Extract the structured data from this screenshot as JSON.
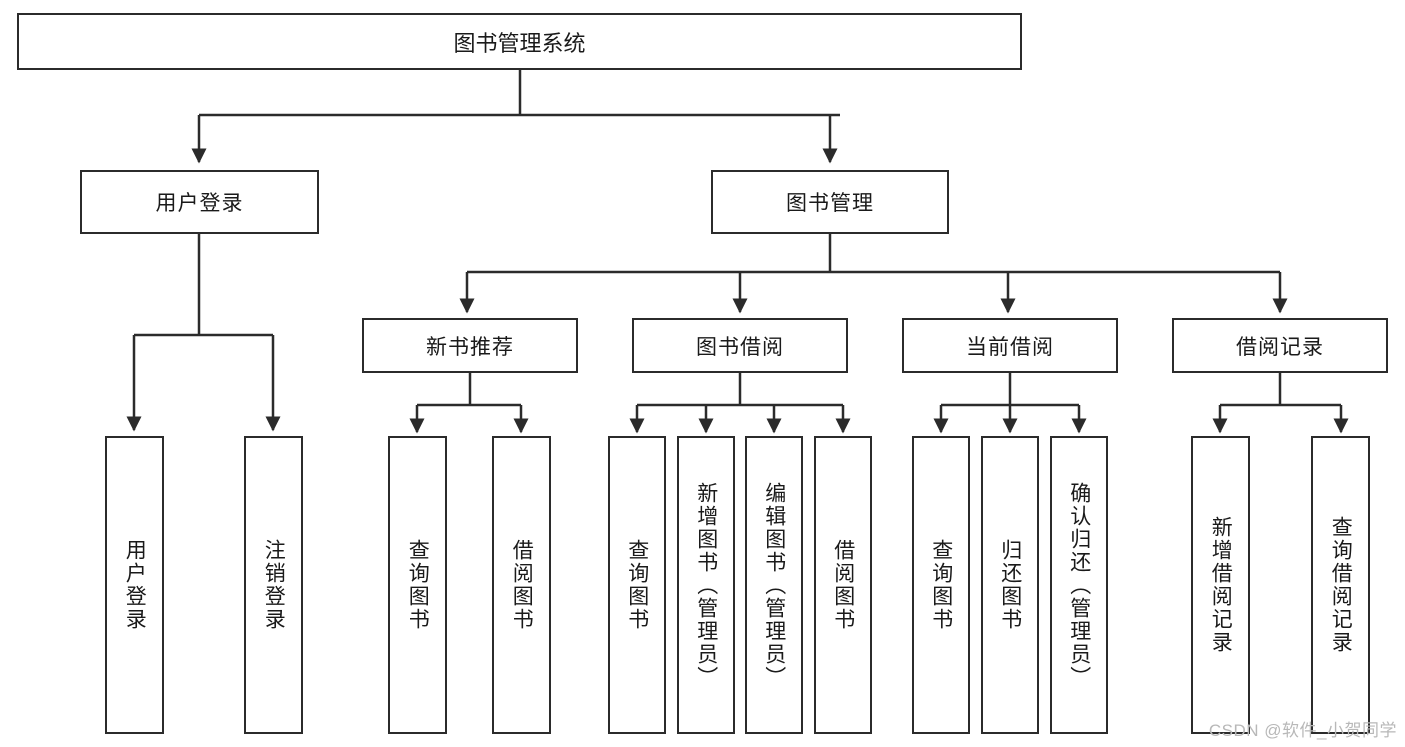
{
  "diagram": {
    "title": "图书管理系统",
    "type": "hierarchy-tree",
    "levels": 4,
    "colors": {
      "box_border": "#2b2b2b",
      "box_fill": "#ffffff",
      "connector": "#2b2b2b",
      "text": "#1a1a1a",
      "watermark": "#b8b8b8"
    },
    "root": {
      "label": "图书管理系统"
    },
    "level2": [
      {
        "label": "用户登录"
      },
      {
        "label": "图书管理"
      }
    ],
    "level3": [
      {
        "label": "新书推荐"
      },
      {
        "label": "图书借阅"
      },
      {
        "label": "当前借阅"
      },
      {
        "label": "借阅记录"
      }
    ],
    "leaves": {
      "user_login": [
        {
          "label": "用户登录"
        },
        {
          "label": "注销登录"
        }
      ],
      "new_book_recommend": [
        {
          "label": "查询图书"
        },
        {
          "label": "借阅图书"
        }
      ],
      "book_borrow": [
        {
          "label": "查询图书"
        },
        {
          "label": "新增图书（管理员）"
        },
        {
          "label": "编辑图书（管理员）"
        },
        {
          "label": "借阅图书"
        }
      ],
      "current_borrow": [
        {
          "label": "查询图书"
        },
        {
          "label": "归还图书"
        },
        {
          "label": "确认归还（管理员）"
        }
      ],
      "borrow_record": [
        {
          "label": "新增借阅记录"
        },
        {
          "label": "查询借阅记录"
        }
      ]
    }
  },
  "watermark": {
    "text": "CSDN @软件_小贺同学"
  }
}
